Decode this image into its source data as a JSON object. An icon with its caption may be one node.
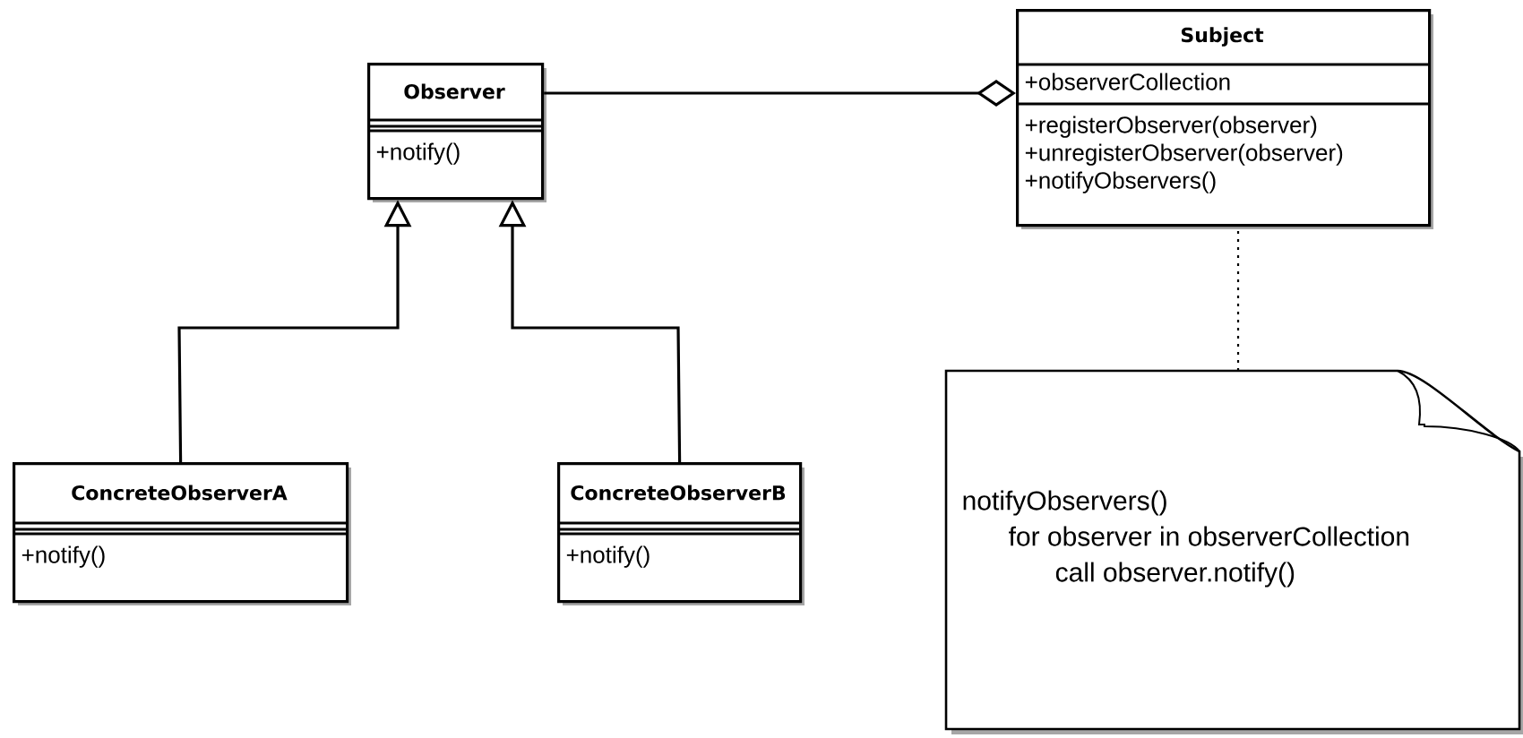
{
  "diagram": {
    "nodes": [
      {
        "text": [
          "Observer",
          "+notify()"
        ]
      },
      {
        "text": [
          "Subject",
          "+observerCollection",
          "+registerObserver(observer) +unregisterObserver(observer) +notifyObservers()"
        ]
      },
      {
        "text": [
          "ConcreteObserverA",
          "+notify()"
        ]
      },
      {
        "text": [
          "ConcreteObserverB",
          "+notify()"
        ]
      },
      {
        "text": [
          "notifyObservers()",
          "for observer in observerCollection",
          "call observer.notify()"
        ]
      }
    ],
    "edges": [
      {
        "from": 0,
        "to": 1,
        "arrow": "other"
      },
      {
        "from": 2,
        "to": 0,
        "arrow": "to"
      },
      {
        "from": 3,
        "to": 0,
        "arrow": "to"
      },
      {
        "from": 4,
        "to": 1,
        "arrow": "none",
        "style": "dashed"
      }
    ]
  }
}
